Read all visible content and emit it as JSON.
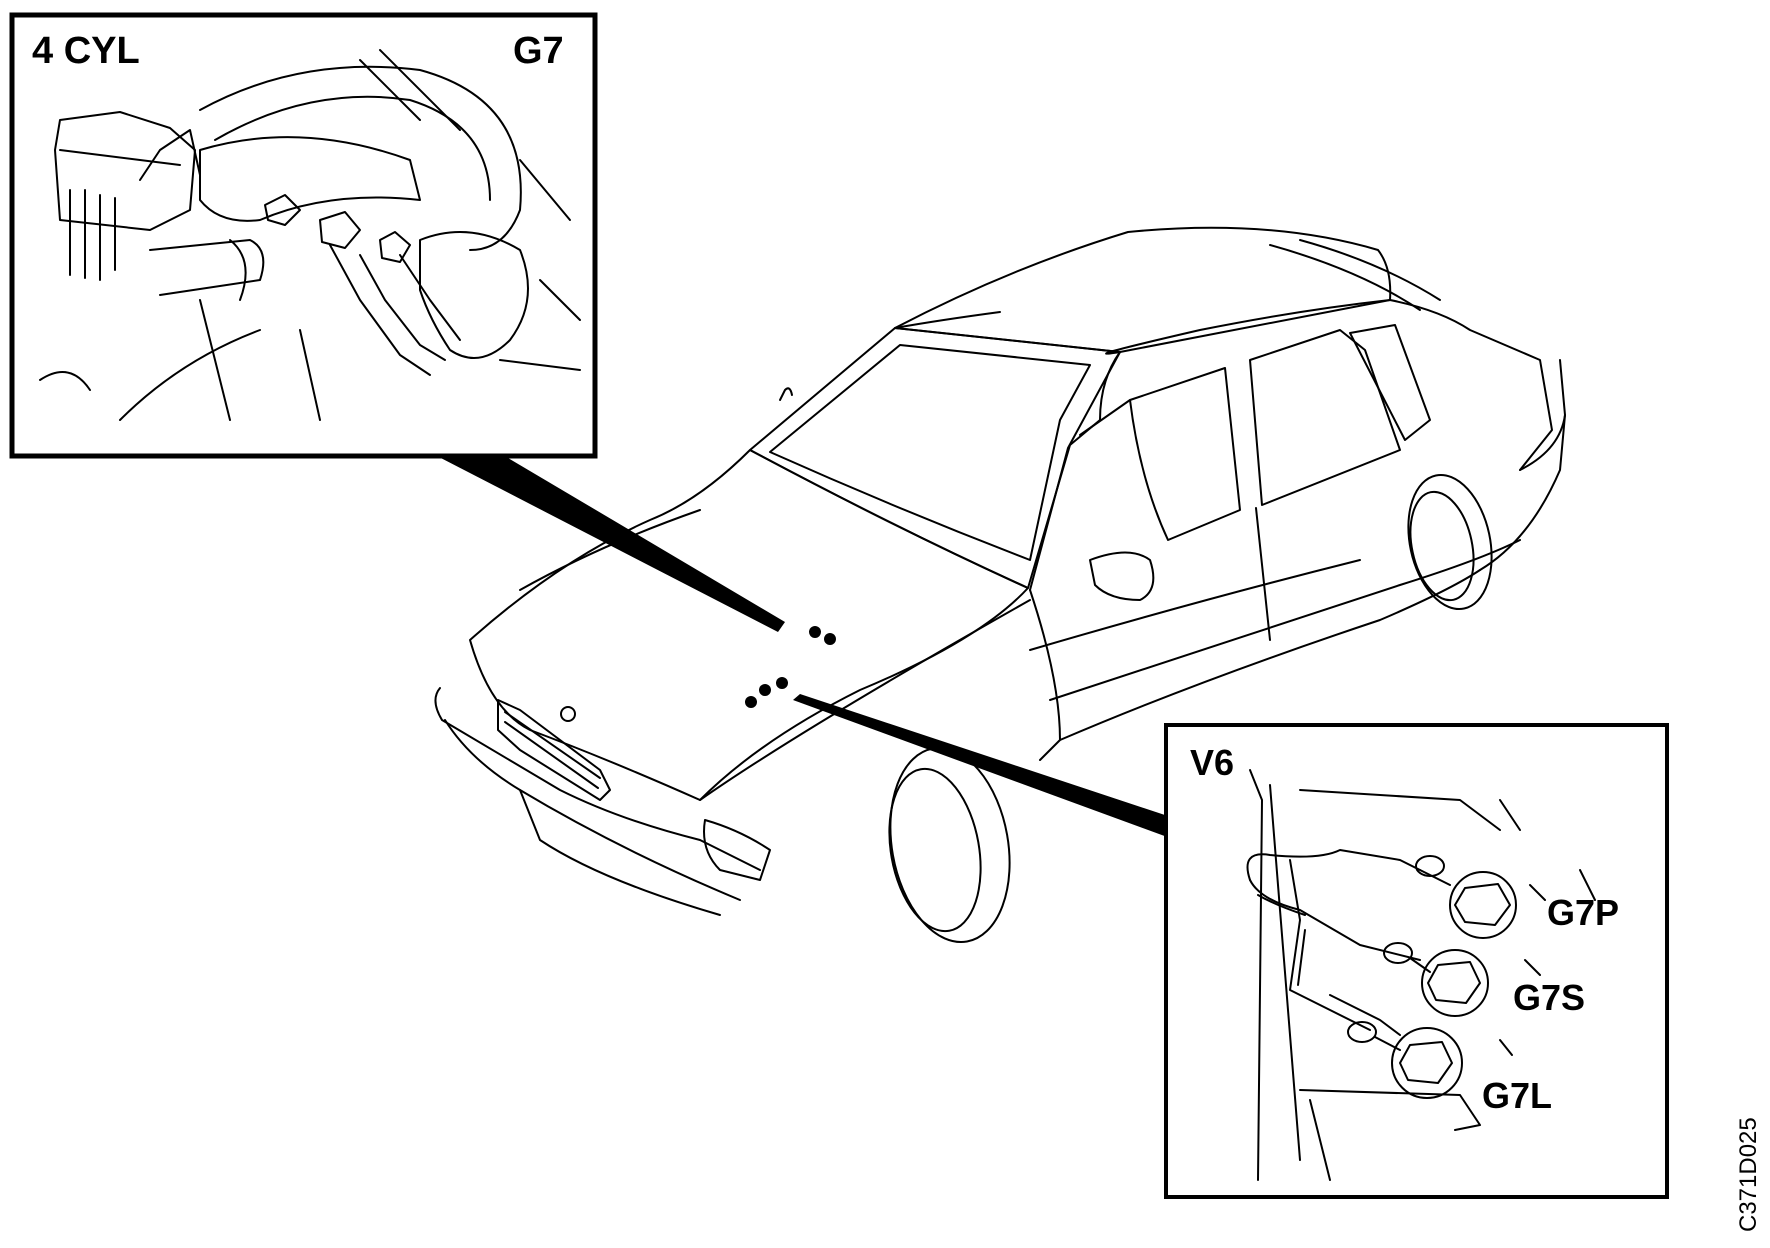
{
  "labels": {
    "inset_top_engine": "4 CYL",
    "inset_top_ground": "G7",
    "inset_bottom_engine": "V6",
    "ground_p": "G7P",
    "ground_s": "G7S",
    "ground_l": "G7L",
    "figure_code": "C371D025"
  },
  "colors": {
    "ink": "#000000",
    "paper": "#ffffff"
  }
}
